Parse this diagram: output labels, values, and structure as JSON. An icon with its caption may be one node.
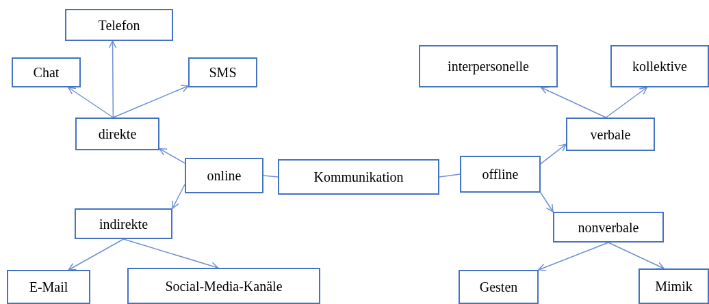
{
  "diagram": {
    "nodes": [
      {
        "text": [
          "Telefon"
        ]
      },
      {
        "text": [
          "Chat"
        ]
      },
      {
        "text": [
          "SMS"
        ]
      },
      {
        "text": [
          "interpersonelle"
        ]
      },
      {
        "text": [
          "kollektive"
        ]
      },
      {
        "text": [
          "direkte"
        ]
      },
      {
        "text": [
          "verbale"
        ]
      },
      {
        "text": [
          "online"
        ]
      },
      {
        "text": [
          "Kommunikation"
        ]
      },
      {
        "text": [
          "offline"
        ]
      },
      {
        "text": [
          "indirekte"
        ]
      },
      {
        "text": [
          "nonverbale"
        ]
      },
      {
        "text": [
          "E-Mail"
        ]
      },
      {
        "text": [
          "Social-Media-Kanäle"
        ]
      },
      {
        "text": [
          "Gesten"
        ]
      },
      {
        "text": [
          "Mimik"
        ]
      }
    ],
    "edges": [
      {
        "from": 8,
        "to": 7,
        "arrow": "none"
      },
      {
        "from": 8,
        "to": 9,
        "arrow": "none"
      },
      {
        "from": 7,
        "to": 5,
        "arrow": "to"
      },
      {
        "from": 7,
        "to": 10,
        "arrow": "to"
      },
      {
        "from": 5,
        "to": 1,
        "arrow": "to"
      },
      {
        "from": 5,
        "to": 0,
        "arrow": "to"
      },
      {
        "from": 5,
        "to": 2,
        "arrow": "to"
      },
      {
        "from": 10,
        "to": 12,
        "arrow": "to"
      },
      {
        "from": 10,
        "to": 13,
        "arrow": "to"
      },
      {
        "from": 9,
        "to": 6,
        "arrow": "to"
      },
      {
        "from": 9,
        "to": 11,
        "arrow": "to"
      },
      {
        "from": 6,
        "to": 3,
        "arrow": "to"
      },
      {
        "from": 6,
        "to": 4,
        "arrow": "to"
      },
      {
        "from": 11,
        "to": 14,
        "arrow": "to"
      },
      {
        "from": 11,
        "to": 15,
        "arrow": "to"
      }
    ]
  }
}
